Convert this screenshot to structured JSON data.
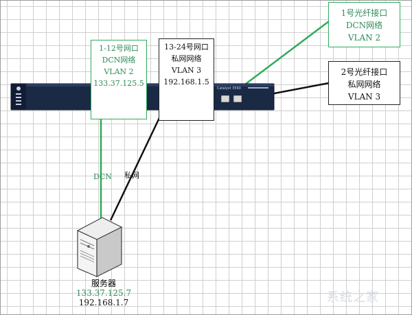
{
  "boxes": {
    "ports_1_12": {
      "line1": "1-12号网口",
      "line2": "DCN网络",
      "line3": "VLAN 2",
      "line4": "133.37.125.5"
    },
    "ports_13_24": {
      "line1": "13-24号网口",
      "line2": "私网网络",
      "line3": "VLAN 3",
      "line4": "192.168.1.5"
    },
    "fiber_1": {
      "line1": "1号光纤接口",
      "line2": "DCN网络",
      "line3": "VLAN 2"
    },
    "fiber_2": {
      "line1": "2号光纤接口",
      "line2": "私网网络",
      "line3": "VLAN 3"
    }
  },
  "links": {
    "dcn_label": "DCN",
    "private_label": "私网"
  },
  "switch": {
    "model_text": "Catalyst 3560"
  },
  "server": {
    "name": "服务器",
    "ip_dcn": "133.37.125.7",
    "ip_private": "192.168.1.7"
  },
  "colors": {
    "dcn": "#2faa5a",
    "private": "#111111",
    "switch_body": "#1a2a45"
  },
  "watermark": "系统之家"
}
